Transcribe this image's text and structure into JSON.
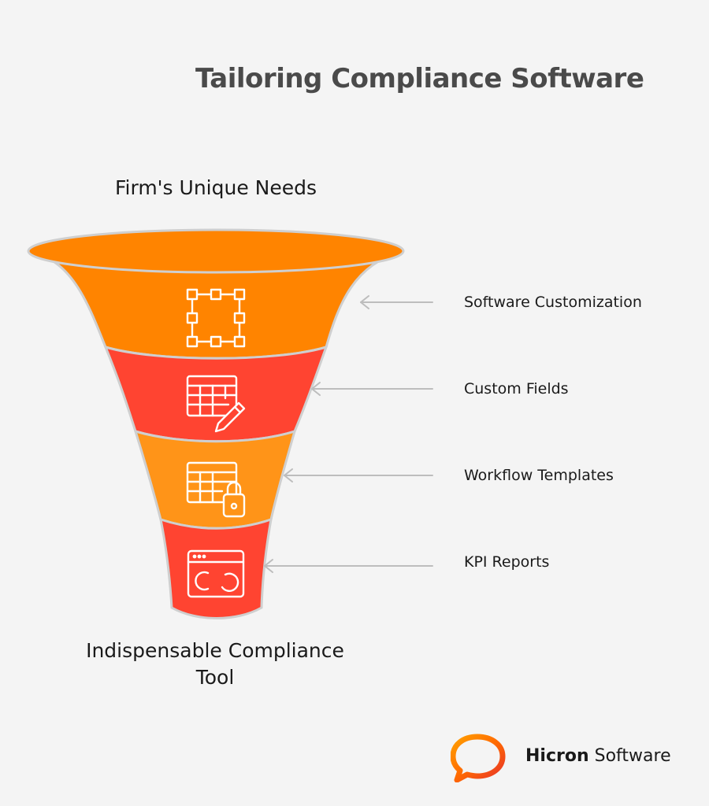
{
  "title": "Tailoring Compliance Software",
  "top_label": "Firm's Unique Needs",
  "bottom_label": [
    "Indispensable Compliance",
    "Tool"
  ],
  "stages": [
    {
      "label": "Software Customization",
      "color": "#ff8400",
      "icon": "selection-frame-icon"
    },
    {
      "label": "Custom Fields",
      "color": "#ff4431",
      "icon": "table-edit-icon"
    },
    {
      "label": "Workflow Templates",
      "color": "#ff9418",
      "icon": "table-lock-icon"
    },
    {
      "label": "KPI Reports",
      "color": "#ff4431",
      "icon": "browser-gauge-icon"
    }
  ],
  "logo": {
    "bold": "Hicron",
    "rest": "Software"
  },
  "colors": {
    "arrow": "#bdbdbd",
    "outline": "#cfcfcf",
    "title": "#4a4a4a",
    "logo_orange": "#ff6a00",
    "logo_red": "#e8332a"
  }
}
